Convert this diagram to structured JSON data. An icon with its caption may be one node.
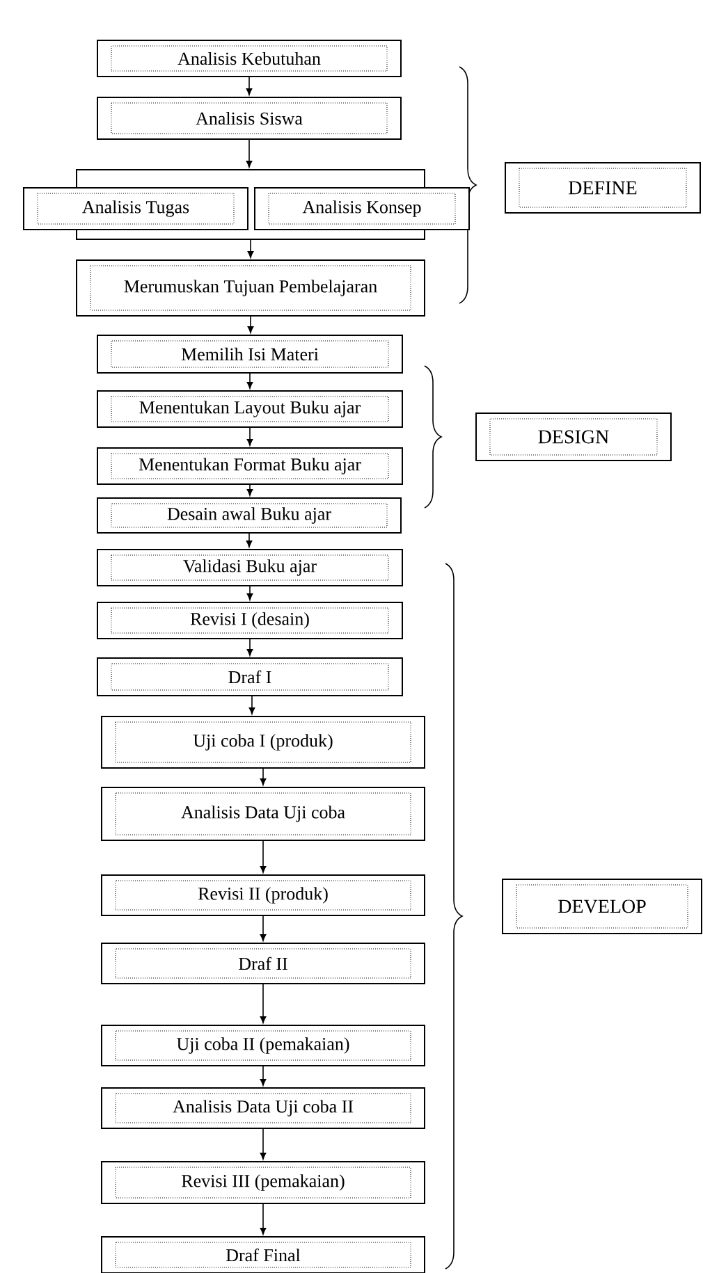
{
  "diagram": {
    "nodes": [
      {
        "text": [
          "Analisis Kebutuhan"
        ]
      },
      {
        "text": [
          "Analisis Siswa"
        ]
      },
      {
        "text": [],
        "shape": "box"
      },
      {
        "text": [
          "Analisis Tugas"
        ]
      },
      {
        "text": [
          "Analisis Konsep"
        ]
      },
      {
        "text": [
          "Merumuskan Tujuan Pembelajaran"
        ]
      },
      {
        "text": [
          "Memilih Isi Materi"
        ]
      },
      {
        "text": [
          "Menentukan Layout Buku ajar"
        ]
      },
      {
        "text": [
          "Menentukan Format Buku ajar"
        ]
      },
      {
        "text": [
          "Desain awal Buku ajar"
        ]
      },
      {
        "text": [
          "Validasi Buku ajar"
        ]
      },
      {
        "text": [
          "Revisi I (desain)"
        ]
      },
      {
        "text": [
          "Draf I"
        ]
      },
      {
        "text": [
          "Uji coba I (produk)"
        ]
      },
      {
        "text": [
          "Analisis Data Uji coba"
        ]
      },
      {
        "text": [
          "Revisi II (produk)"
        ]
      },
      {
        "text": [
          "Draf II"
        ]
      },
      {
        "text": [
          "Uji coba II (pemakaian)"
        ]
      },
      {
        "text": [
          "Analisis Data Uji coba II"
        ]
      },
      {
        "text": [
          "Revisi III (pemakaian)"
        ]
      },
      {
        "text": [
          "Draf Final"
        ]
      },
      {
        "text": [
          "DEFINE"
        ]
      },
      {
        "text": [
          "DESIGN"
        ]
      },
      {
        "text": [
          "DEVELOP"
        ]
      }
    ],
    "edges": [
      {
        "from": 0,
        "to": 1,
        "arrow": "to"
      },
      {
        "from": 1,
        "to": 2,
        "arrow": "to"
      },
      {
        "from": 2,
        "to": 5,
        "arrow": "to"
      },
      {
        "from": 5,
        "to": 6,
        "arrow": "to"
      },
      {
        "from": 6,
        "to": 7,
        "arrow": "to"
      },
      {
        "from": 7,
        "to": 8,
        "arrow": "to"
      },
      {
        "from": 8,
        "to": 9,
        "arrow": "to"
      },
      {
        "from": 9,
        "to": 10,
        "arrow": "to"
      },
      {
        "from": 10,
        "to": 11,
        "arrow": "to"
      },
      {
        "from": 11,
        "to": 12,
        "arrow": "to"
      },
      {
        "from": 12,
        "to": 13,
        "arrow": "to"
      },
      {
        "from": 13,
        "to": 14,
        "arrow": "to"
      },
      {
        "from": 14,
        "to": 15,
        "arrow": "to"
      },
      {
        "from": 15,
        "to": 16,
        "arrow": "to"
      },
      {
        "from": 16,
        "to": 17,
        "arrow": "to"
      },
      {
        "from": 17,
        "to": 18,
        "arrow": "to"
      },
      {
        "from": 18,
        "to": 19,
        "arrow": "to"
      },
      {
        "from": 19,
        "to": 20,
        "arrow": "to"
      }
    ]
  }
}
